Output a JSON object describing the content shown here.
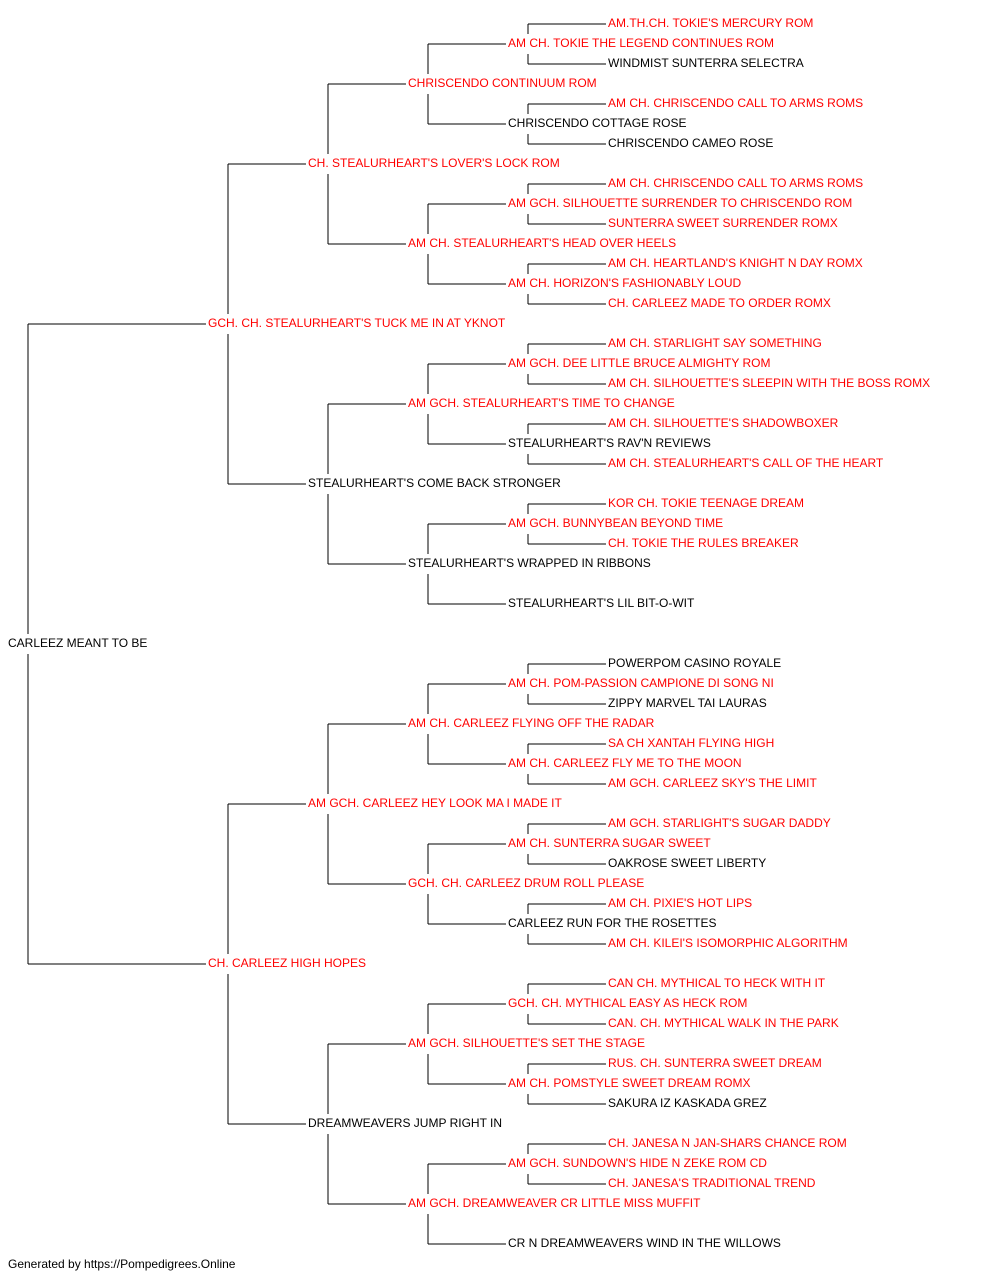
{
  "colors": {
    "champion": "#ff0000",
    "regular": "#000000",
    "line": "#000000"
  },
  "footer": "Generated by https://Pompedigrees.Online",
  "pedigree": {
    "name": "CARLEEZ MEANT TO BE",
    "title": false,
    "sire": {
      "name": "GCH. CH. STEALURHEART'S TUCK ME IN AT YKNOT",
      "title": true,
      "sire": {
        "name": "CH. STEALURHEART'S LOVER'S LOCK ROM",
        "title": true,
        "sire": {
          "name": "CHRISCENDO CONTINUUM ROM",
          "title": true,
          "sire": {
            "name": "AM CH. TOKIE THE LEGEND CONTINUES ROM",
            "title": true,
            "sire": {
              "name": "AM.TH.CH. TOKIE'S MERCURY ROM",
              "title": true
            },
            "dam": {
              "name": "WINDMIST SUNTERRA SELECTRA",
              "title": false
            }
          },
          "dam": {
            "name": "CHRISCENDO COTTAGE ROSE",
            "title": false,
            "sire": {
              "name": "AM CH. CHRISCENDO CALL TO ARMS ROMS",
              "title": true
            },
            "dam": {
              "name": "CHRISCENDO CAMEO ROSE",
              "title": false
            }
          }
        },
        "dam": {
          "name": "AM CH. STEALURHEART'S HEAD OVER HEELS",
          "title": true,
          "sire": {
            "name": "AM GCH. SILHOUETTE SURRENDER TO CHRISCENDO ROM",
            "title": true,
            "sire": {
              "name": "AM CH. CHRISCENDO CALL TO ARMS ROMS",
              "title": true
            },
            "dam": {
              "name": "SUNTERRA SWEET SURRENDER ROMX",
              "title": true
            }
          },
          "dam": {
            "name": "AM CH. HORIZON'S FASHIONABLY LOUD",
            "title": true,
            "sire": {
              "name": "AM CH. HEARTLAND'S KNIGHT N DAY ROMX",
              "title": true
            },
            "dam": {
              "name": "CH. CARLEEZ MADE TO ORDER ROMX",
              "title": true
            }
          }
        }
      },
      "dam": {
        "name": "STEALURHEART'S COME BACK STRONGER",
        "title": false,
        "sire": {
          "name": "AM GCH. STEALURHEART'S TIME TO CHANGE",
          "title": true,
          "sire": {
            "name": "AM GCH. DEE LITTLE BRUCE ALMIGHTY ROM",
            "title": true,
            "sire": {
              "name": "AM CH. STARLIGHT SAY SOMETHING",
              "title": true
            },
            "dam": {
              "name": "AM CH. SILHOUETTE'S SLEEPIN WITH THE BOSS ROMX",
              "title": true
            }
          },
          "dam": {
            "name": "STEALURHEART'S RAV'N REVIEWS",
            "title": false,
            "sire": {
              "name": "AM CH. SILHOUETTE'S SHADOWBOXER",
              "title": true
            },
            "dam": {
              "name": "AM CH. STEALURHEART'S CALL OF THE HEART",
              "title": true
            }
          }
        },
        "dam": {
          "name": "STEALURHEART'S WRAPPED IN RIBBONS",
          "title": false,
          "sire": {
            "name": "AM GCH. BUNNYBEAN BEYOND TIME",
            "title": true,
            "sire": {
              "name": "KOR CH. TOKIE TEENAGE DREAM",
              "title": true
            },
            "dam": {
              "name": "CH. TOKIE THE RULES BREAKER",
              "title": true
            }
          },
          "dam": {
            "name": "STEALURHEART'S LIL BIT-O-WIT",
            "title": false
          }
        }
      }
    },
    "dam": {
      "name": "CH. CARLEEZ HIGH HOPES",
      "title": true,
      "sire": {
        "name": "AM GCH. CARLEEZ HEY LOOK MA I MADE IT",
        "title": true,
        "sire": {
          "name": "AM CH. CARLEEZ FLYING OFF THE RADAR",
          "title": true,
          "sire": {
            "name": "AM CH. POM-PASSION CAMPIONE DI SONG NI",
            "title": true,
            "sire": {
              "name": "POWERPOM CASINO ROYALE",
              "title": false
            },
            "dam": {
              "name": "ZIPPY MARVEL TAI LAURAS",
              "title": false
            }
          },
          "dam": {
            "name": "AM CH. CARLEEZ FLY ME TO THE MOON",
            "title": true,
            "sire": {
              "name": "SA CH XANTAH FLYING HIGH",
              "title": true
            },
            "dam": {
              "name": "AM GCH. CARLEEZ SKY'S THE LIMIT",
              "title": true
            }
          }
        },
        "dam": {
          "name": "GCH. CH. CARLEEZ DRUM ROLL PLEASE",
          "title": true,
          "sire": {
            "name": "AM CH. SUNTERRA SUGAR SWEET",
            "title": true,
            "sire": {
              "name": "AM GCH. STARLIGHT'S SUGAR DADDY",
              "title": true
            },
            "dam": {
              "name": "OAKROSE SWEET LIBERTY",
              "title": false
            }
          },
          "dam": {
            "name": "CARLEEZ RUN FOR THE ROSETTES",
            "title": false,
            "sire": {
              "name": "AM CH. PIXIE'S HOT LIPS",
              "title": true
            },
            "dam": {
              "name": "AM CH. KILEI'S ISOMORPHIC ALGORITHM",
              "title": true
            }
          }
        }
      },
      "dam": {
        "name": "DREAMWEAVERS JUMP RIGHT IN",
        "title": false,
        "sire": {
          "name": "AM GCH. SILHOUETTE'S SET THE STAGE",
          "title": true,
          "sire": {
            "name": "GCH. CH. MYTHICAL EASY AS HECK ROM",
            "title": true,
            "sire": {
              "name": "CAN CH. MYTHICAL TO HECK WITH IT",
              "title": true
            },
            "dam": {
              "name": "CAN. CH. MYTHICAL WALK IN THE PARK",
              "title": true
            }
          },
          "dam": {
            "name": "AM CH. POMSTYLE SWEET DREAM ROMX",
            "title": true,
            "sire": {
              "name": "RUS. CH. SUNTERRA SWEET DREAM",
              "title": true
            },
            "dam": {
              "name": "SAKURA IZ KASKADA GREZ",
              "title": false
            }
          }
        },
        "dam": {
          "name": "AM GCH. DREAMWEAVER CR LITTLE MISS MUFFIT",
          "title": true,
          "sire": {
            "name": "AM GCH. SUNDOWN'S HIDE N ZEKE ROM CD",
            "title": true,
            "sire": {
              "name": "CH. JANESA N JAN-SHARS CHANCE ROM",
              "title": true
            },
            "dam": {
              "name": "CH. JANESA'S TRADITIONAL TREND",
              "title": true
            }
          },
          "dam": {
            "name": "CR N DREAMWEAVERS WIND IN THE WILLOWS",
            "title": false
          }
        }
      }
    }
  }
}
